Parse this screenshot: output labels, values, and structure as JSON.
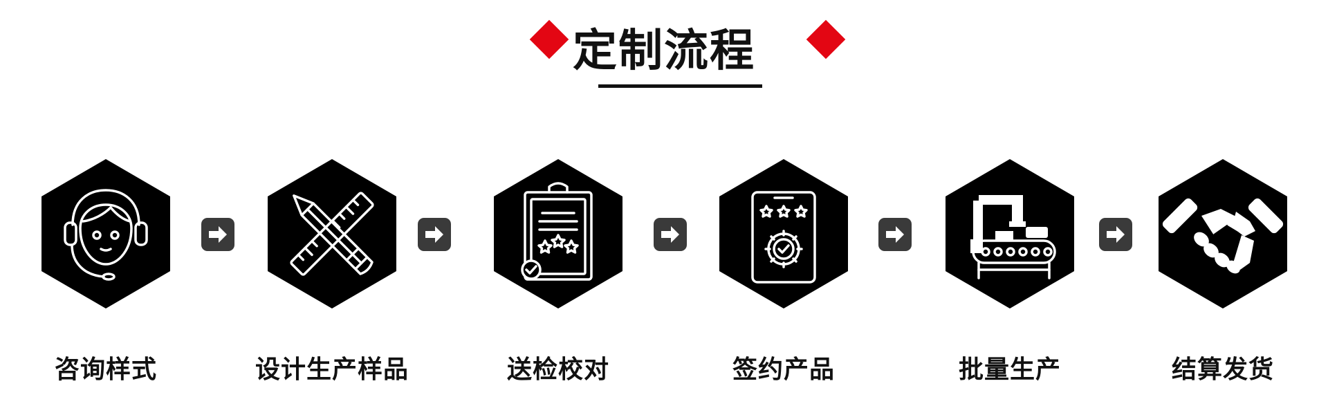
{
  "title": "定制流程",
  "colors": {
    "accent": "#e30613",
    "hex_fill": "#000000",
    "arrow_bg": "#3a3a3a",
    "icon_stroke": "#ffffff"
  },
  "steps": [
    {
      "label": "咨询样式",
      "icon": "customer-service-headset-icon"
    },
    {
      "label": "设计生产样品",
      "icon": "ruler-pencil-design-icon"
    },
    {
      "label": "送检校对",
      "icon": "clipboard-inspection-check-icon"
    },
    {
      "label": "签约产品",
      "icon": "contract-rating-gear-icon"
    },
    {
      "label": "批量生产",
      "icon": "factory-conveyor-machine-icon"
    },
    {
      "label": "结算发货",
      "icon": "handshake-icon"
    }
  ]
}
